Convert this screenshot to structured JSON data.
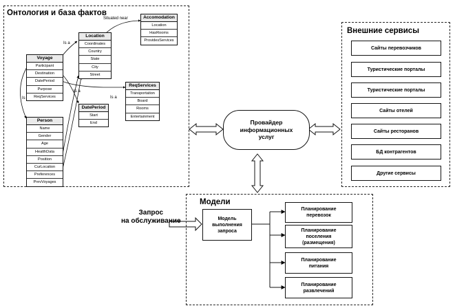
{
  "ontology": {
    "title": "Онтология и база фактов",
    "relations": {
      "isa_location": "Is a",
      "isa_reqservices": "Is a",
      "isa_dateperiod": "Is a",
      "isa_person": "Is a",
      "situated_near": "Situated near"
    },
    "classes": {
      "voyage": {
        "name": "Voyage",
        "fields": [
          "Participant",
          "Destination",
          "DatePeriod",
          "Purpose",
          "ReqServices"
        ]
      },
      "location": {
        "name": "Location",
        "fields": [
          "Coordinates",
          "Country",
          "State",
          "City",
          "Street"
        ]
      },
      "accomodation": {
        "name": "Accomodation",
        "fields": [
          "Location",
          "HasRooms",
          "ProvidesServices"
        ]
      },
      "reqservices": {
        "name": "ReqServices",
        "fields": [
          "Transportation",
          "Board",
          "Rooms",
          "Entertainment"
        ]
      },
      "dateperiod": {
        "name": "DatePeriod",
        "fields": [
          "Start",
          "End"
        ]
      },
      "person": {
        "name": "Person",
        "fields": [
          "Name",
          "Gender",
          "Age",
          "HealthData",
          "Position",
          "CurLocation",
          "Preferences",
          "PrevVoyages"
        ]
      }
    }
  },
  "external": {
    "title": "Внешние сервисы",
    "items": [
      "Сайты перевозчиков",
      "Туристические порталы",
      "Туристические порталы",
      "Сайты отелей",
      "Сайты ресторанов",
      "БД контрагентов",
      "Другие сервисы"
    ]
  },
  "provider": {
    "lines": [
      "Провайдер",
      "информационных",
      "услуг"
    ]
  },
  "models": {
    "title": "Модели",
    "execution_model": [
      "Модель",
      "выполнения",
      "запроса"
    ],
    "plans": [
      [
        "Планирование",
        "перевозок"
      ],
      [
        "Планирование",
        "поселения",
        "(размещения)"
      ],
      [
        "Планирование",
        "питания"
      ],
      [
        "Планирование",
        "развлечений"
      ]
    ]
  },
  "request": {
    "lines": [
      "Запрос",
      "на обслуживание"
    ]
  }
}
